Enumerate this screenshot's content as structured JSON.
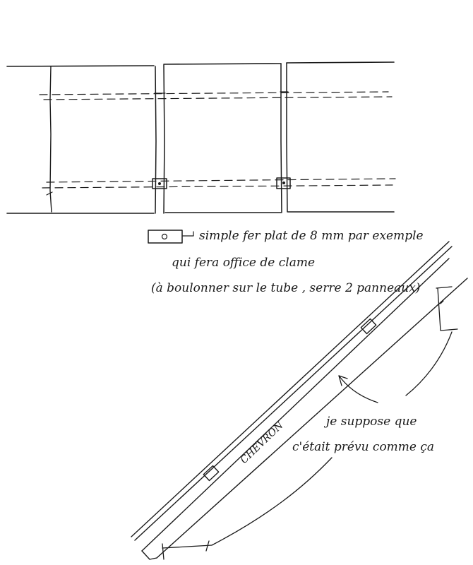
{
  "diagram": {
    "legend_lines": [
      "simple fer plat de 8 mm par exemple",
      "qui fera office de clame",
      "(à boulonner sur le tube , serre 2 panneaux)"
    ],
    "rafter_label": "CHEVRON",
    "note_lines": [
      "je suppose que",
      "c'était prévu comme ça"
    ],
    "ink_color": "#1a1a1a"
  }
}
